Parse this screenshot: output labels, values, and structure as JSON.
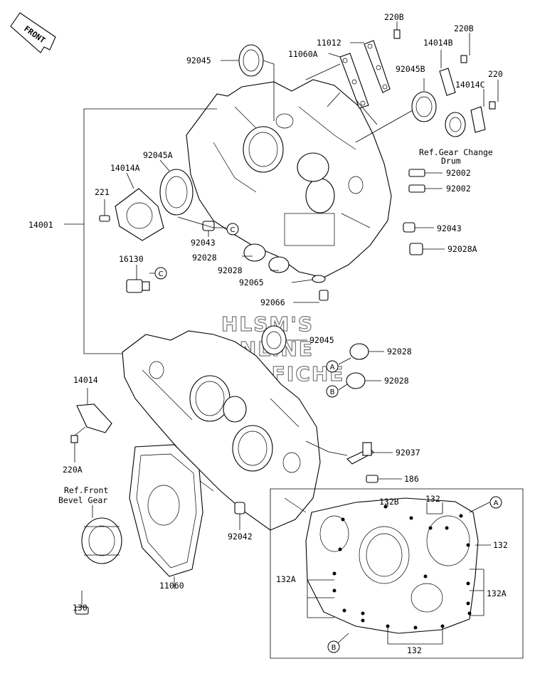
{
  "front_arrow": "FRONT",
  "watermark": [
    "HLSM'S",
    "ONLINE",
    "MICROFICHE"
  ],
  "labels": {
    "p220B_top": "220B",
    "p11012": "11012",
    "p11060A": "11060A",
    "p92045_top": "92045",
    "p220B_right": "220B",
    "p14014B": "14014B",
    "p92045B": "92045B",
    "p220": "220",
    "p14014C": "14014C",
    "ref_gear_change_1": "Ref.Gear Change",
    "ref_gear_change_2": "Drum",
    "p92045A": "92045A",
    "p14014A": "14014A",
    "p92002_a": "92002",
    "p92002_b": "92002",
    "p221": "221",
    "p14001": "14001",
    "p92043_left": "92043",
    "p92043_right": "92043",
    "p92028A": "92028A",
    "p92028_a": "92028",
    "p92028_b": "92028",
    "p16130": "16130",
    "p92065": "92065",
    "p92066": "92066",
    "p92045_mid": "92045",
    "p92028_c": "92028",
    "p92028_d": "92028",
    "p14014": "14014",
    "p92037": "92037",
    "p220A": "220A",
    "p186": "186",
    "ref_front_bevel_1": "Ref.Front",
    "ref_front_bevel_2": "Bevel Gear",
    "p132B": "132B",
    "p132_top": "132",
    "p132_right": "132",
    "p92042": "92042",
    "p132A_left": "132A",
    "p132A_right": "132A",
    "p11060": "11060",
    "p130": "130",
    "p132_bottom": "132"
  },
  "callouts": {
    "A": "A",
    "B": "B",
    "C": "C"
  }
}
